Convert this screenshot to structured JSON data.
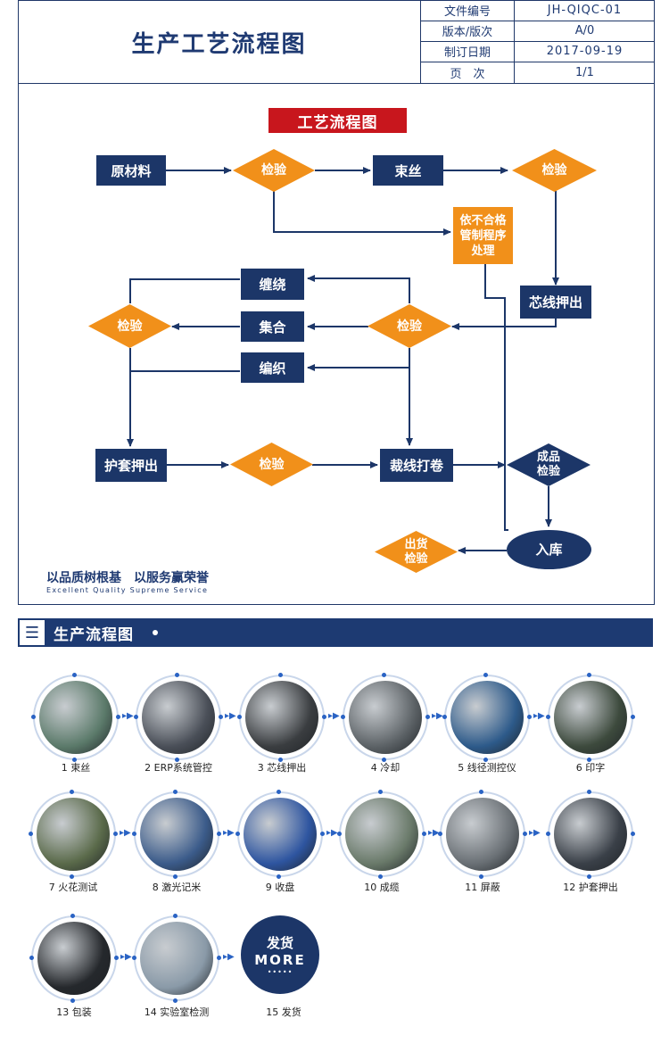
{
  "header": {
    "title": "生产工艺流程图",
    "meta": [
      {
        "label": "文件编号",
        "value": "JH-QIQC-01"
      },
      {
        "label": "版本/版次",
        "value": "A/0"
      },
      {
        "label": "制订日期",
        "value": "2017-09-19"
      },
      {
        "label": "页　次",
        "value": "1/1"
      }
    ]
  },
  "flow": {
    "title": "工艺流程图",
    "nodes": {
      "raw": "原材料",
      "check1": "检验",
      "bundle": "束丝",
      "check2": "检验",
      "nonconform": "依不合格\n管制程序\n处理",
      "core": "芯线押出",
      "check3": "检验",
      "wind": "缠绕",
      "assemble": "集合",
      "braid": "编织",
      "check4": "检验",
      "sheath": "护套押出",
      "check5": "检验",
      "cut": "裁线打卷",
      "final_check": "成品\n检验",
      "storage": "入库",
      "ship_check": "出货\n检验"
    },
    "colors": {
      "navy": "#1c3668",
      "orange": "#f1901a",
      "red": "#c8161d"
    }
  },
  "slogan": {
    "cn": "以品质树根基　以服务赢荣誉",
    "en": "Excellent Quality Supreme Service"
  },
  "production": {
    "banner": "生产流程图",
    "banner_icon": "menu-lines-icon",
    "steps": [
      {
        "label": "1 束丝",
        "tone": "#5b7a6a"
      },
      {
        "label": "2 ERP系统管控",
        "tone": "#4a4f58"
      },
      {
        "label": "3 芯线押出",
        "tone": "#3a3d40"
      },
      {
        "label": "4 冷却",
        "tone": "#5c6266"
      },
      {
        "label": "5 线径测控仪",
        "tone": "#2d5a8a"
      },
      {
        "label": "6 印字",
        "tone": "#3d4a3d"
      },
      {
        "label": "7 火花测试",
        "tone": "#5a6a4a"
      },
      {
        "label": "8 激光记米",
        "tone": "#3b5b8a"
      },
      {
        "label": "9 收盘",
        "tone": "#2e55a0"
      },
      {
        "label": "10 成缆",
        "tone": "#6a7a6a"
      },
      {
        "label": "11 屏蔽",
        "tone": "#6a7075"
      },
      {
        "label": "12 护套押出",
        "tone": "#3a4048"
      },
      {
        "label": "13 包装",
        "tone": "#25282c"
      },
      {
        "label": "14 实验室检测",
        "tone": "#8a9aa8"
      },
      {
        "label": "15 发货",
        "more_cn": "发货",
        "more_en": "MORE",
        "more_dots": "•••••"
      }
    ]
  }
}
